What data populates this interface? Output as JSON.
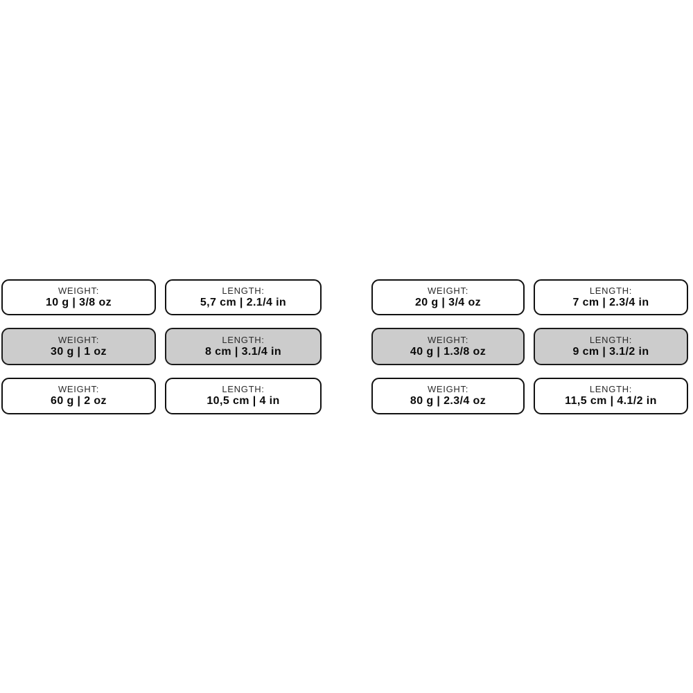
{
  "page": {
    "background_color": "#ffffff",
    "highlight_color": "#cccccc",
    "border_color": "#111111",
    "text_color": "#0a0a0a",
    "label_color": "#2b2b2b"
  },
  "spec_grid": {
    "columns": 4,
    "rows": 3,
    "cells": [
      [
        {
          "label": "WEIGHT:",
          "value": "10 g | 3/8 oz",
          "highlighted": false
        },
        {
          "label": "LENGTH:",
          "value": "5,7 cm | 2.1/4 in",
          "highlighted": false
        },
        {
          "label": "WEIGHT:",
          "value": "20 g | 3/4 oz",
          "highlighted": false
        },
        {
          "label": "LENGTH:",
          "value": "7 cm | 2.3/4 in",
          "highlighted": false
        }
      ],
      [
        {
          "label": "WEIGHT:",
          "value": "30 g | 1 oz",
          "highlighted": true
        },
        {
          "label": "LENGTH:",
          "value": "8 cm | 3.1/4 in",
          "highlighted": true
        },
        {
          "label": "WEIGHT:",
          "value": "40 g | 1.3/8 oz",
          "highlighted": true
        },
        {
          "label": "LENGTH:",
          "value": "9 cm | 3.1/2 in",
          "highlighted": true
        }
      ],
      [
        {
          "label": "WEIGHT:",
          "value": "60 g | 2 oz",
          "highlighted": false
        },
        {
          "label": "LENGTH:",
          "value": "10,5 cm | 4 in",
          "highlighted": false
        },
        {
          "label": "WEIGHT:",
          "value": "80 g | 2.3/4 oz",
          "highlighted": false
        },
        {
          "label": "LENGTH:",
          "value": "11,5 cm | 4.1/2 in",
          "highlighted": false
        }
      ]
    ]
  }
}
